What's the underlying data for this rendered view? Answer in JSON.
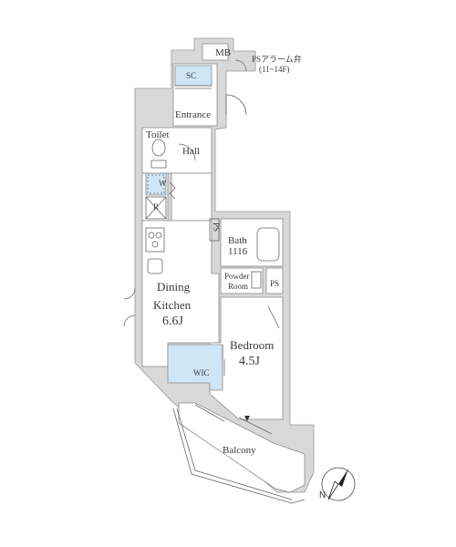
{
  "rooms": {
    "mb": "MB",
    "ps_valve_line1": "PSアラーム弁",
    "ps_valve_line2": "(11~14F)",
    "sc": "SC",
    "entrance": "Entrance",
    "toilet": "Toilet",
    "hall": "Hall",
    "w": "W",
    "r": "R",
    "ps_left": "PS",
    "bath": "Bath",
    "bath_size": "1116",
    "powder_line1": "Powder",
    "powder_line2": "Room",
    "ps_right": "PS",
    "dining": "Dining",
    "kitchen": "Kitchen",
    "dk_area": "6.6J",
    "bedroom": "Bedroom",
    "bedroom_area": "4.5J",
    "wic": "WIC",
    "balcony": "Balcony"
  },
  "compass": {
    "label": "N"
  },
  "colors": {
    "storage_fill": "#cfe6f6",
    "wall": "#cfcfcf",
    "line": "#555555"
  }
}
